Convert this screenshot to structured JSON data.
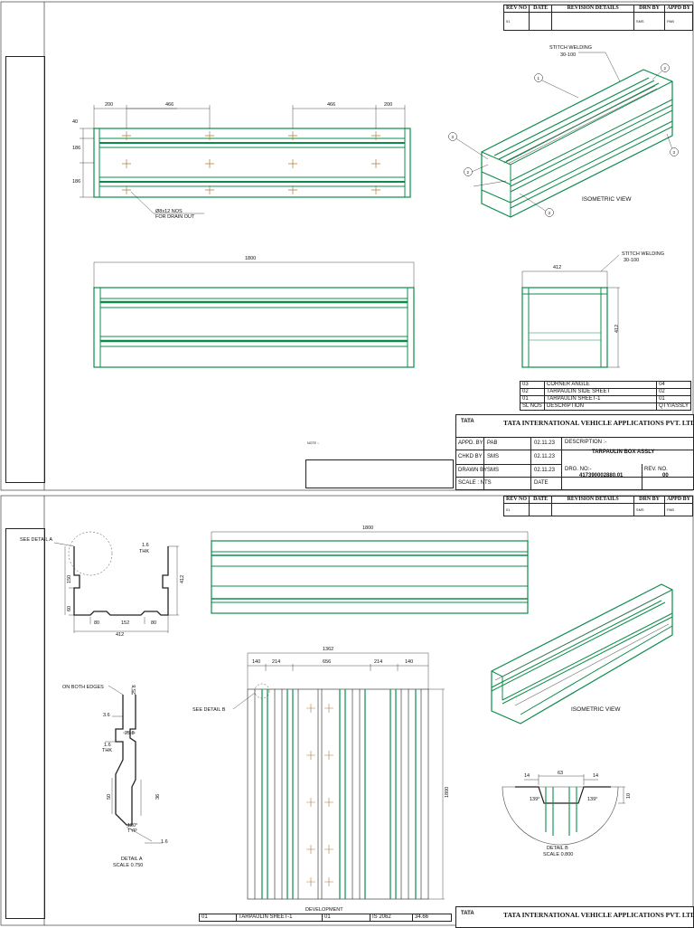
{
  "revision_table": {
    "headers": [
      "REV NO",
      "DATE",
      "REVISION DETAILS",
      "DRN BY",
      "APPD BY"
    ],
    "sheet1_rows": [
      {
        "rev": "01",
        "date": "",
        "details": "",
        "drn": "SMS",
        "appd": "PAB"
      }
    ],
    "sheet2_rows": [
      {
        "rev": "01",
        "date": "",
        "details": "",
        "drn": "SMS",
        "appd": "PAB"
      }
    ]
  },
  "sheet1": {
    "dims_top": [
      "200",
      "466",
      "466",
      "200"
    ],
    "dims_left": [
      "40",
      "186",
      "186"
    ],
    "hole_note": [
      "Ø8x12 NOS",
      "FOR DRAIN OUT"
    ],
    "front_length": "1800",
    "end_width": "412",
    "end_height": "412",
    "stitch_welding": [
      "STITCH WELDING",
      "30-100"
    ],
    "stitch_welding_2": [
      "STITCH WELDING",
      "30-100"
    ],
    "iso_label": "ISOMETRIC VIEW",
    "balloons": [
      "1",
      "2",
      "3",
      "3",
      "2",
      "3"
    ],
    "bom": {
      "rows": [
        [
          "03",
          "CORNER ANGLE",
          "04"
        ],
        [
          "02",
          "TARPAULIN SIDE SHEET",
          "02"
        ],
        [
          "01",
          "TARPAULIN SHEET-1",
          "01"
        ],
        [
          "SL NOS",
          "DESCRIPTION",
          "QTY/ASSLY"
        ]
      ]
    },
    "title_block": {
      "company": "TATA INTERNATIONAL VEHICLE APPLICATIONS PVT. LTD.",
      "logo": "TATA",
      "appd_label": "APPD. BY",
      "appd_value": "PAB",
      "appd_date": "02.11.23",
      "chkd_label": "CHKD BY",
      "chkd_value": "SMS",
      "chkd_date": "02.11.23",
      "drawn_label": "DRAWN BY",
      "drawn_value": "SMS",
      "drawn_date": "02.11.23",
      "scale_label": "SCALE : NTS",
      "date_label": "DATE",
      "desc_label": "DESCRIPTION :-",
      "desc_value": "TARPAULIN BOX ASSLY",
      "drg_label": "DRG. NO:-",
      "drg_value": "417390002880.01",
      "rev_label": "REV. NO.",
      "rev_value": "00"
    },
    "notes_title": "NOTE :-"
  },
  "sheet2": {
    "see_detail_a": "SEE DETAIL  A",
    "see_detail_b": "SEE DETAIL  B",
    "section_dims": [
      "1.6",
      "THK",
      "150",
      "412",
      "60",
      "80",
      "152",
      "80",
      "412"
    ],
    "top_length": "1800",
    "dev_dims": [
      "1362",
      "140",
      "214",
      "656",
      "214",
      "140"
    ],
    "dev_height": "1800",
    "iso_label": "ISOMETRIC VIEW",
    "detail_a": {
      "edges": "ON BOTH EDGES",
      "dims": [
        "25.8",
        "3.6",
        "25.8",
        "1.6",
        "THK",
        "50",
        "36",
        "120°",
        "TYP",
        "1.6"
      ],
      "title": "DETAIL  A",
      "scale": "SCALE  0.750"
    },
    "detail_b": {
      "dims": [
        "63",
        "14",
        "14",
        "139°",
        "139°",
        "10"
      ],
      "title": "DETAIL  B",
      "scale": "SCALE  0.800"
    },
    "development_label": "DEVELOPMENT",
    "bom_row": [
      "01",
      "TARPAULIN SHEET-1",
      "01",
      "IS 2062",
      "34.66"
    ],
    "title_block": {
      "logo": "TATA",
      "company": "TATA INTERNATIONAL VEHICLE APPLICATIONS PVT. LTD."
    }
  },
  "colors": {
    "part": "#0b8c4a",
    "line": "#222222",
    "hole": "#b07a3a"
  }
}
